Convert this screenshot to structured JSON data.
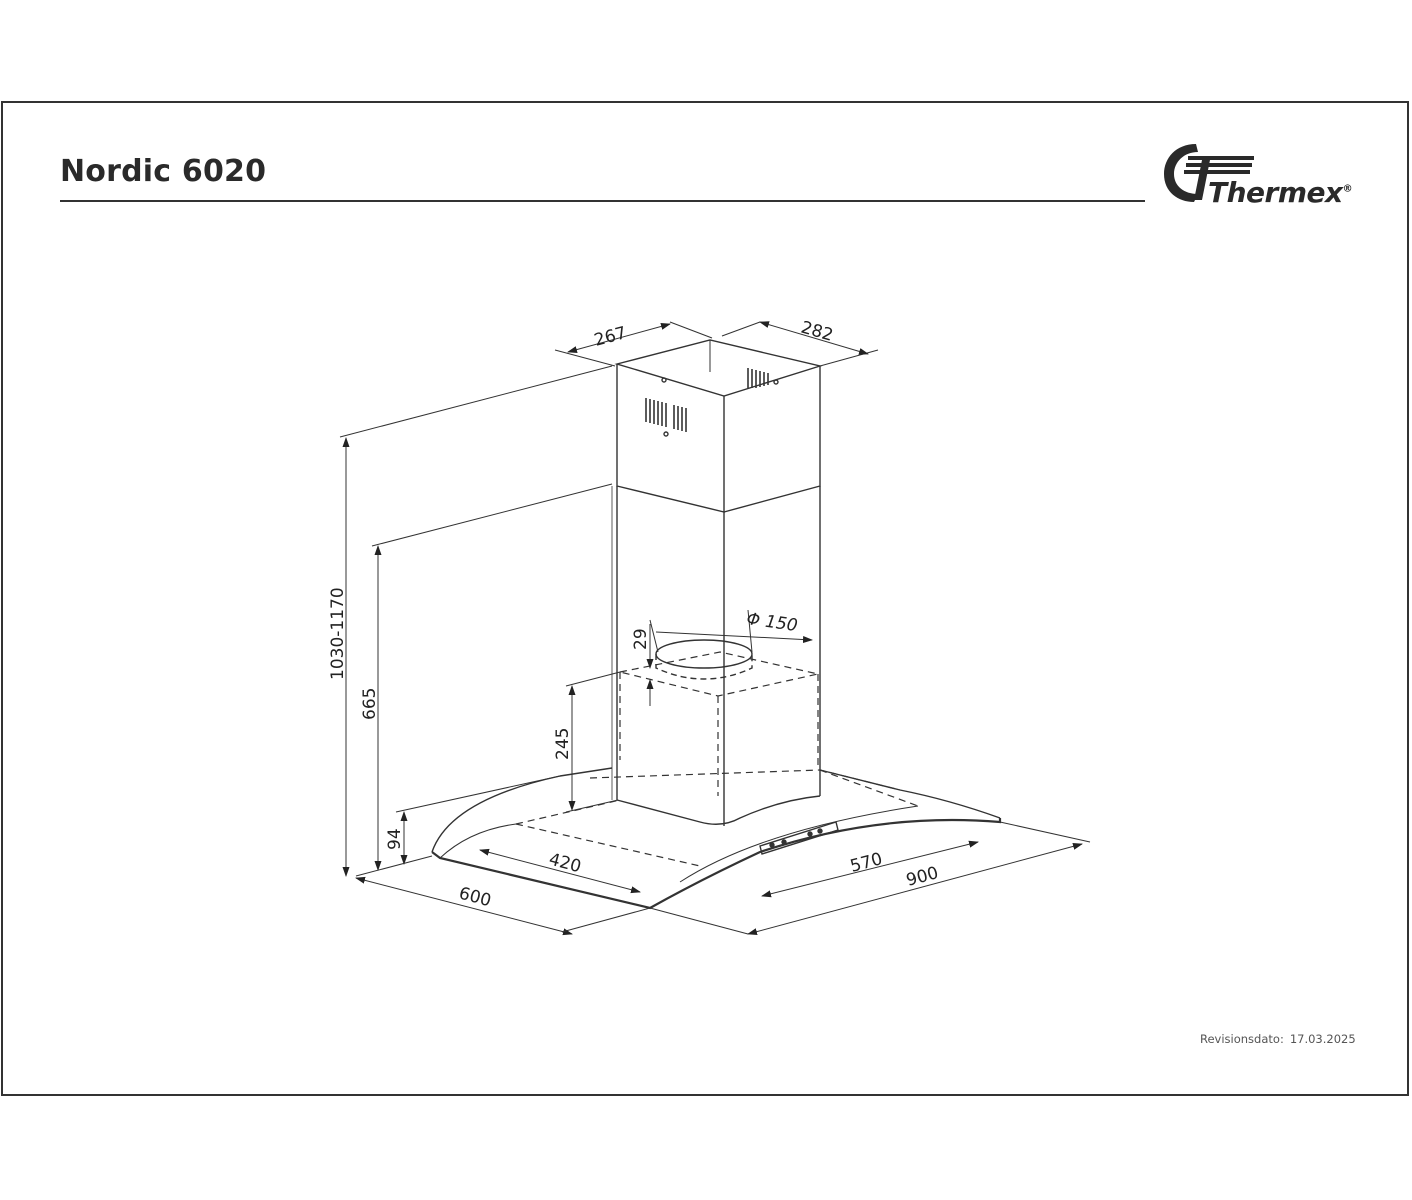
{
  "header": {
    "title": "Nordic 6020",
    "brand_name": "Thermex",
    "brand_mark": "®"
  },
  "dimensions": {
    "chimney_depth": "267",
    "chimney_width": "282",
    "total_height": "1030-1170",
    "upper_height": "665",
    "duct_diameter": "Φ 150",
    "duct_collar": "29",
    "motor_height": "245",
    "glass_height": "94",
    "hood_depth": "600",
    "hood_width": "900",
    "inner_depth": "420",
    "inner_width": "570"
  },
  "footer": {
    "revision_label": "Revisionsdato:",
    "revision_date": "17.03.2025"
  },
  "colors": {
    "line": "#333333",
    "text": "#222222"
  }
}
